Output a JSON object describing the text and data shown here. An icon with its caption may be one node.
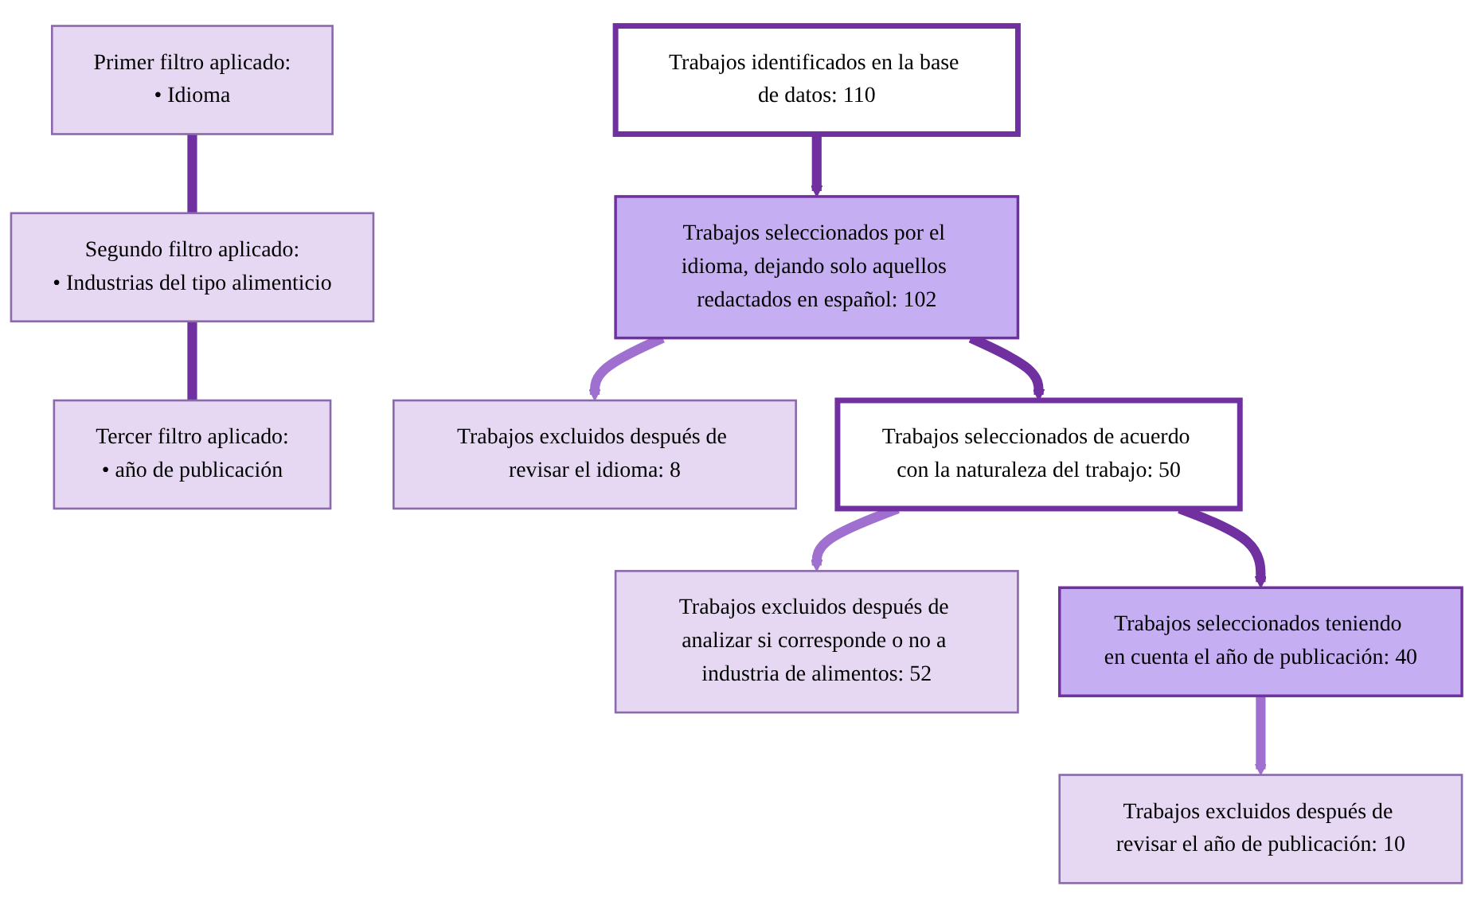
{
  "diagram": {
    "nodes": [
      {
        "text": [
          "Primer filtro aplicado:",
          "• Idioma"
        ]
      },
      {
        "text": [
          "Segundo filtro aplicado:",
          "• Industrias del tipo alimenticio"
        ]
      },
      {
        "text": [
          "Tercer filtro aplicado:",
          "• año de publicación"
        ]
      },
      {
        "text": [
          "Trabajos identificados en la base de datos: 110"
        ]
      },
      {
        "text": [
          "Trabajos seleccionados por el idioma, dejando solo aquellos redactados en español: 102"
        ]
      },
      {
        "text": [
          "Trabajos excluidos después de revisar el idioma: 8"
        ]
      },
      {
        "text": [
          "Trabajos seleccionados de acuerdo con la naturaleza del trabajo: 50"
        ]
      },
      {
        "text": [
          "Trabajos excluidos después de analizar si corresponde o no a industria de alimentos: 52"
        ]
      },
      {
        "text": [
          "Trabajos seleccionados teniendo en cuenta el año de publicación: 40"
        ]
      },
      {
        "text": [
          "Trabajos excluidos después de revisar el año de publicación: 10"
        ]
      }
    ],
    "edges": [
      {
        "from": 0,
        "to": 1,
        "arrow": "none"
      },
      {
        "from": 1,
        "to": 2,
        "arrow": "none"
      },
      {
        "from": 3,
        "to": 4,
        "arrow": "to"
      },
      {
        "from": 4,
        "to": 5,
        "arrow": "to",
        "color": "#a070d0"
      },
      {
        "from": 4,
        "to": 6,
        "arrow": "to"
      },
      {
        "from": 6,
        "to": 7,
        "arrow": "to",
        "color": "#a070d0"
      },
      {
        "from": 6,
        "to": 8,
        "arrow": "to"
      },
      {
        "from": 8,
        "to": 9,
        "arrow": "to",
        "color": "#a070d0"
      }
    ]
  }
}
